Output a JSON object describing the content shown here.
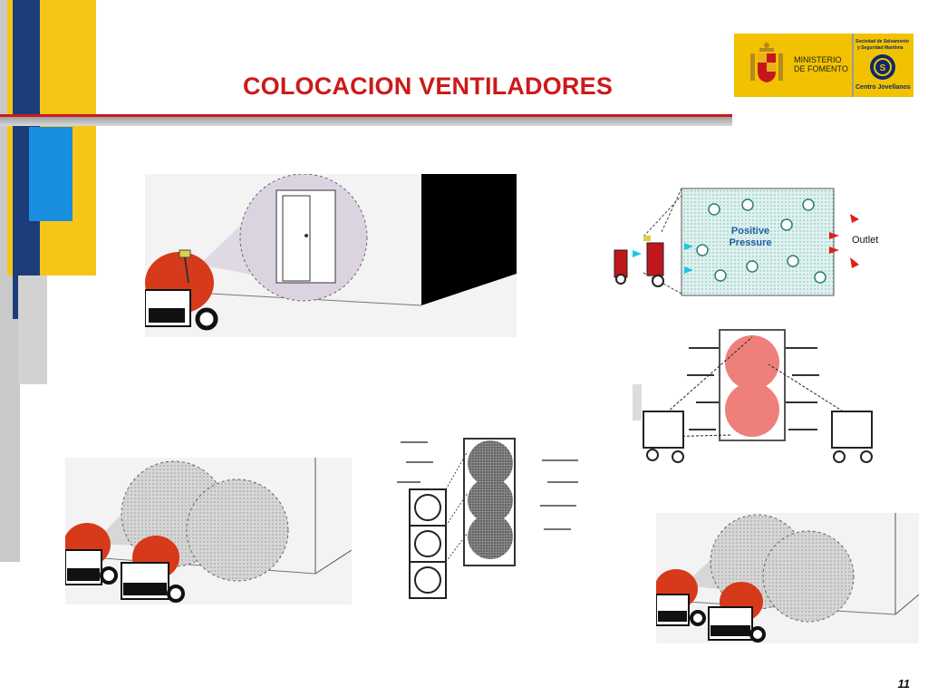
{
  "slide": {
    "title": "COLOCACION VENTILADORES",
    "page_number": "11"
  },
  "logo": {
    "ministry_line1": "MINISTERIO",
    "ministry_line2": "DE FOMENTO",
    "society_line1": "Sociedad de Salvamento",
    "society_line2": "y Seguridad Marítima",
    "center": "Centro Jovellanos",
    "colors": {
      "yellow": "#f2c200",
      "navy": "#0d2a6b",
      "red": "#c4161c"
    }
  },
  "diagram_pressure": {
    "label_line1": "Positive",
    "label_line2": "Pressure",
    "outlet_label": "Outlet"
  },
  "theme": {
    "accent_red": "#cc1a1a",
    "bar_navy": "#1c3d7a",
    "bar_yellow": "#f7c518",
    "bar_blue": "#1a8fe0",
    "bar_grey": "#c8c8c8"
  }
}
